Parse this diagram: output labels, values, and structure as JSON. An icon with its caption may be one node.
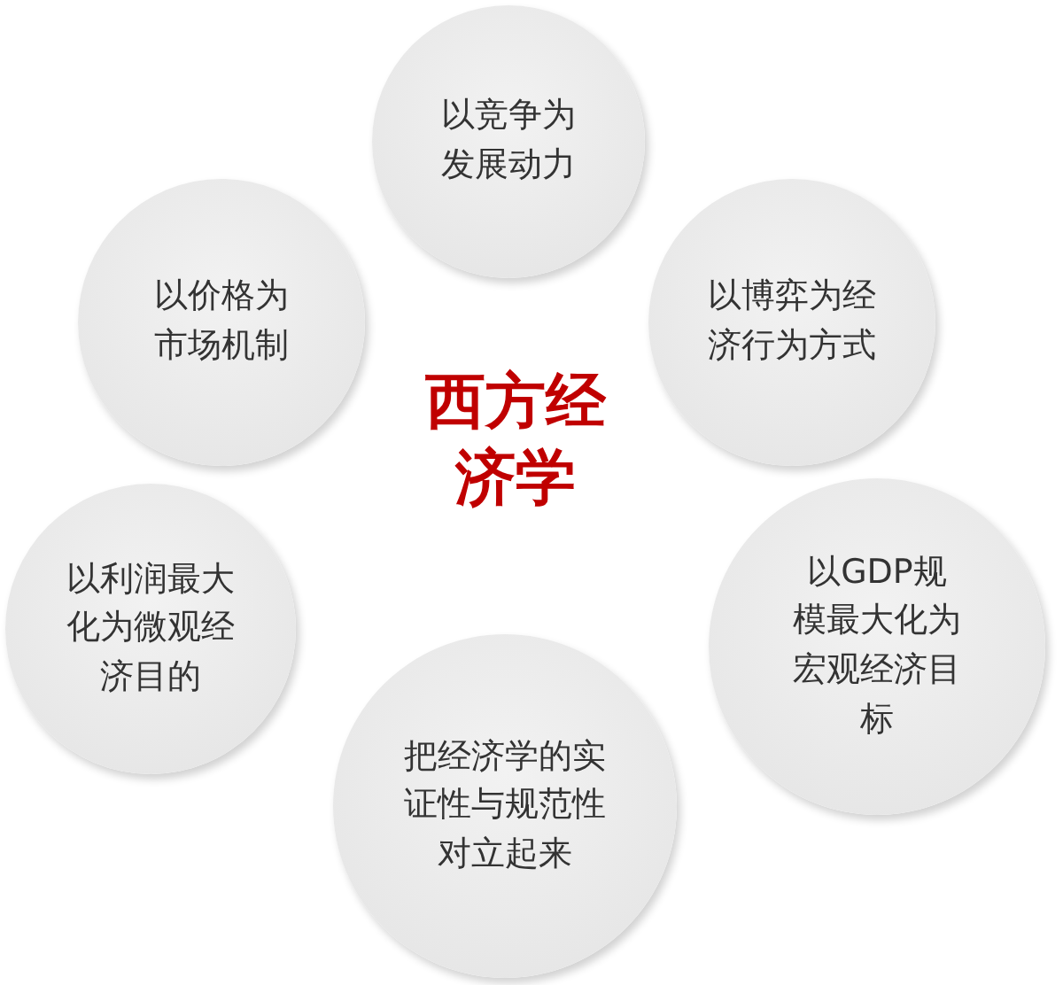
{
  "diagram": {
    "title": "西方经济学",
    "nodes": [
      {
        "text": [
          "以竞争为发展动力"
        ]
      },
      {
        "text": [
          "以价格为市场机制"
        ]
      },
      {
        "text": [
          "以博弈为经济行为方式"
        ]
      },
      {
        "text": [
          "以利润最大化为微观经济目的"
        ]
      },
      {
        "text": [
          "以GDP规模最大化为宏观经济目标"
        ]
      },
      {
        "text": [
          "把经济学的实证性与规范性对立起来"
        ]
      }
    ],
    "edges": []
  }
}
